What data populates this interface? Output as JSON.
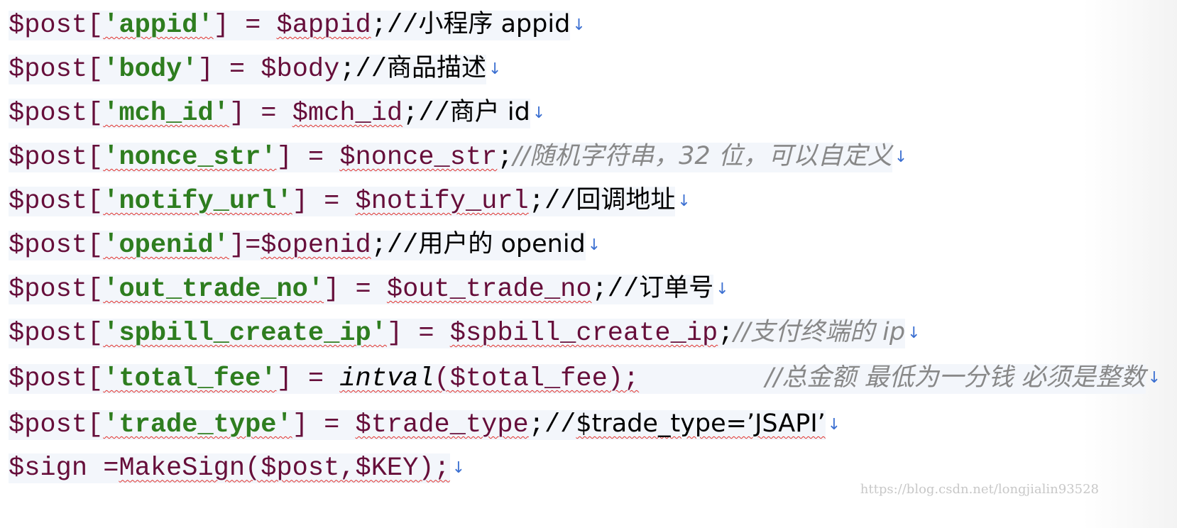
{
  "lines": [
    {
      "var": "$post[",
      "key": "'appid'",
      "rest": "] = ",
      "val": "$appid",
      "end": ";//",
      "comment": "小程序 appid",
      "comment_style": "normal"
    },
    {
      "var": "$post[",
      "key": "'body'",
      "rest": "] = ",
      "val": "$body",
      "end": ";//",
      "comment": "商品描述",
      "comment_style": "normal"
    },
    {
      "var": "$post[",
      "key": "'mch_id'",
      "rest": "] = ",
      "val": "$mch_id",
      "end": ";//",
      "comment": "商户 id",
      "comment_style": "normal"
    },
    {
      "var": "$post[",
      "key": "'nonce_str'",
      "rest": "] = ",
      "val": "$nonce_str",
      "end": ";",
      "comment": "//随机字符串，32 位，可以自定义",
      "comment_style": "gray"
    },
    {
      "var": "$post[",
      "key": "'notify_url'",
      "rest": "] = ",
      "val": "$notify_url",
      "end": ";//",
      "comment": "回调地址",
      "comment_style": "normal"
    },
    {
      "var": "$post[",
      "key": "'openid'",
      "rest": "]=",
      "val": "$openid",
      "end": ";//",
      "comment": "用户的 openid",
      "comment_style": "normal"
    },
    {
      "var": "$post[",
      "key": "'out_trade_no'",
      "rest": "] = ",
      "val": "$out_trade_no",
      "end": ";//",
      "comment": "订单号",
      "comment_style": "normal"
    },
    {
      "var": "$post[",
      "key": "'spbill_create_ip'",
      "rest": "] = ",
      "val": "$spbill_create_ip",
      "end": ";",
      "comment": "//支付终端的 ip",
      "comment_style": "gray"
    },
    {
      "var": "$post[",
      "key": "'total_fee'",
      "rest": "] = ",
      "fn": "intval",
      "val": "($total_fee);",
      "end": "        ",
      "comment": "//总金额 最低为一分钱 必须是整数",
      "comment_style": "gray"
    },
    {
      "var": "$post[",
      "key": "'trade_type'",
      "rest": "] = ",
      "val": "$trade_type",
      "end": ";//",
      "comment": "$trade_type=’JSAPI’",
      "comment_style": "normal"
    },
    {
      "var": "$sign =",
      "key": "",
      "rest": "",
      "val": "MakeSign($post,$KEY);",
      "end": "",
      "comment": "",
      "comment_style": "normal"
    }
  ],
  "watermark": "https://blog.csdn.net/longjialin93528"
}
